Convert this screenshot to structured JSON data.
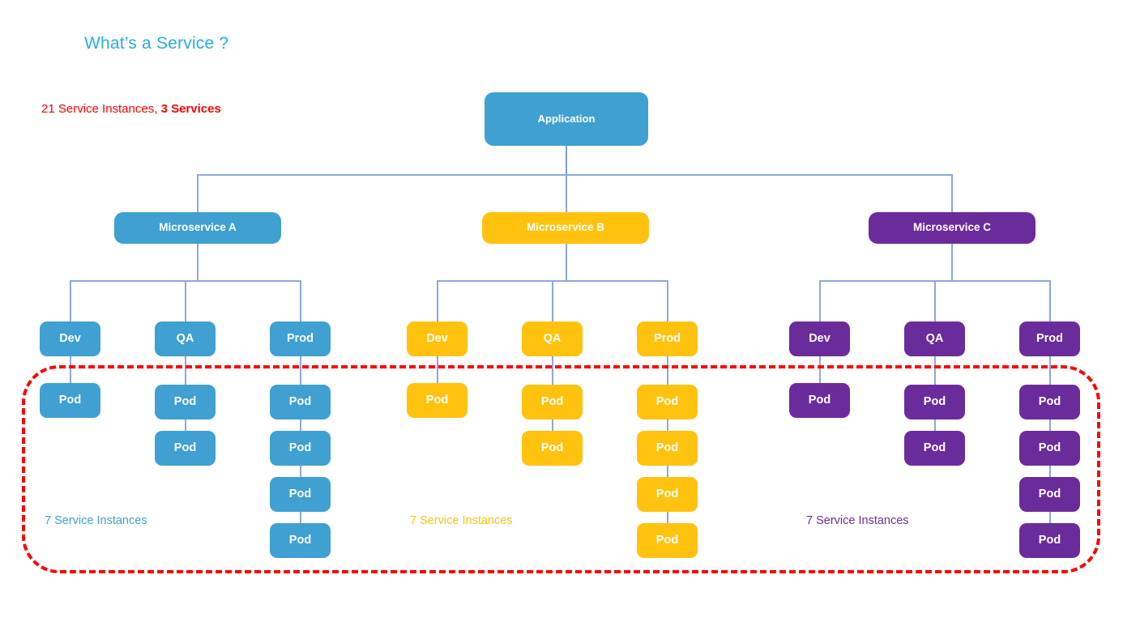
{
  "page": {
    "title": "What’s a Service ?",
    "totals_prefix": "21 Service Instances, ",
    "totals_bold": "3 Services",
    "title_color": "#29ABE2",
    "totals_color": "#FF0000",
    "background": "#FFFFFF"
  },
  "diagram": {
    "root": {
      "label": "Application",
      "color": "#3FA0D1"
    },
    "connector_color": "#7B9BD6",
    "highlight": {
      "name": "service-instances-region",
      "color": "#FF0000",
      "style": "dashed-rounded-rectangle"
    },
    "groups": [
      {
        "id": "a",
        "label": "Microservice A",
        "color": "#3FA0D1",
        "caption": "7 Service Instances",
        "caption_color": "#3FA0D1",
        "envs": [
          {
            "label": "Dev",
            "pods": [
              "Pod"
            ]
          },
          {
            "label": "QA",
            "pods": [
              "Pod",
              "Pod"
            ]
          },
          {
            "label": "Prod",
            "pods": [
              "Pod",
              "Pod",
              "Pod",
              "Pod"
            ]
          }
        ]
      },
      {
        "id": "b",
        "label": "Microservice B",
        "color": "#FFC20E",
        "caption": "7 Service Instances",
        "caption_color": "#FFC20E",
        "envs": [
          {
            "label": "Dev",
            "pods": [
              "Pod"
            ]
          },
          {
            "label": "QA",
            "pods": [
              "Pod",
              "Pod"
            ]
          },
          {
            "label": "Prod",
            "pods": [
              "Pod",
              "Pod",
              "Pod",
              "Pod"
            ]
          }
        ]
      },
      {
        "id": "c",
        "label": "Microservice C",
        "color": "#6B2C9B",
        "caption": "7 Service Instances",
        "caption_color": "#6B2C9B",
        "envs": [
          {
            "label": "Dev",
            "pods": [
              "Pod"
            ]
          },
          {
            "label": "QA",
            "pods": [
              "Pod",
              "Pod"
            ]
          },
          {
            "label": "Prod",
            "pods": [
              "Pod",
              "Pod",
              "Pod",
              "Pod"
            ]
          }
        ]
      }
    ]
  }
}
